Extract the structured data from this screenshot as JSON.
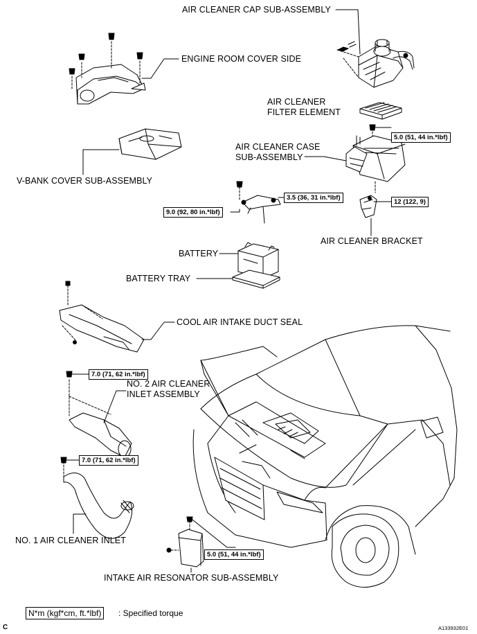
{
  "labels": {
    "air_cleaner_cap": "AIR CLEANER CAP SUB-ASSEMBLY",
    "engine_room_cover_side": "ENGINE ROOM COVER SIDE",
    "air_cleaner_filter_element": "AIR CLEANER\nFILTER ELEMENT",
    "air_cleaner_case": "AIR CLEANER CASE\nSUB-ASSEMBLY",
    "v_bank_cover": "V-BANK COVER SUB-ASSEMBLY",
    "air_cleaner_bracket": "AIR CLEANER BRACKET",
    "battery": "BATTERY",
    "battery_tray": "BATTERY TRAY",
    "cool_air_intake_duct_seal": "COOL AIR INTAKE DUCT SEAL",
    "no2_air_cleaner_inlet": "NO. 2 AIR CLEANER\nINLET ASSEMBLY",
    "no1_air_cleaner_inlet": "NO. 1 AIR CLEANER INLET",
    "intake_air_resonator": "INTAKE AIR RESONATOR SUB-ASSEMBLY"
  },
  "torques": {
    "case_bolt": "5.0 (51, 44 in.*lbf)",
    "bracket_upper": "3.5 (36, 31 in.*lbf)",
    "bracket_lower": "9.0 (92, 80 in.*lbf)",
    "bracket_bolt": "12 (122, 9)",
    "no2_inlet": "7.0 (71, 62 in.*lbf)",
    "no1_inlet": "7.0 (71, 62 in.*lbf)",
    "resonator": "5.0 (51, 44 in.*lbf)"
  },
  "legend": {
    "unit": "N*m (kgf*cm, ft.*lbf)",
    "description": ": Specified torque"
  },
  "footer": {
    "corner_letter": "C",
    "figure_code": "A133932E01"
  }
}
